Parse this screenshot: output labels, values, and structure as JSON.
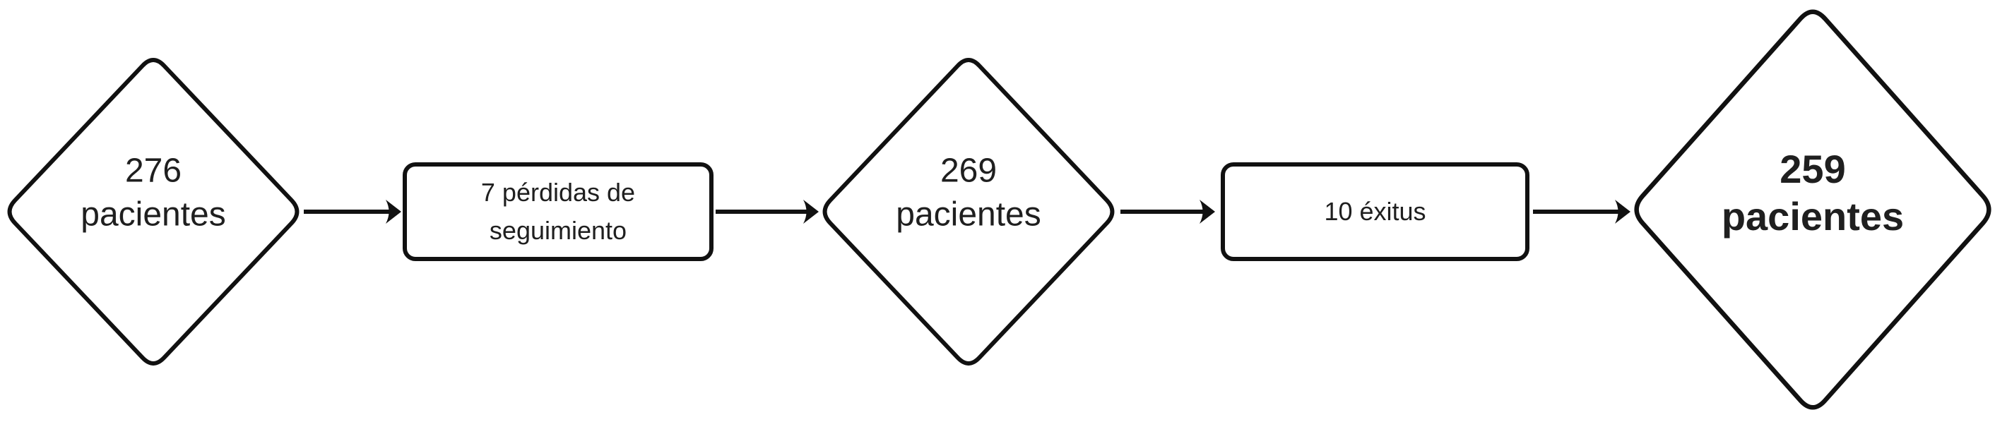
{
  "flow": {
    "background": "#ffffff",
    "stroke_color": "#111111",
    "text_color": "#1f1f1f",
    "nodes": [
      {
        "type": "diamond",
        "lines": [
          "276",
          "pacientes"
        ],
        "emphasis": "normal"
      },
      {
        "type": "process",
        "lines": [
          "7 pérdidas de",
          "seguimiento"
        ],
        "emphasis": "normal"
      },
      {
        "type": "diamond",
        "lines": [
          "269",
          "pacientes"
        ],
        "emphasis": "normal"
      },
      {
        "type": "process",
        "lines": [
          "10 éxitus"
        ],
        "emphasis": "normal"
      },
      {
        "type": "diamond",
        "lines": [
          "259",
          "pacientes"
        ],
        "emphasis": "bold"
      }
    ],
    "connections": [
      {
        "from": "276 pacientes",
        "to": "7 pérdidas de seguimiento"
      },
      {
        "from": "7 pérdidas de seguimiento",
        "to": "269 pacientes"
      },
      {
        "from": "269 pacientes",
        "to": "10 éxitus"
      },
      {
        "from": "10 éxitus",
        "to": "259 pacientes"
      }
    ]
  }
}
